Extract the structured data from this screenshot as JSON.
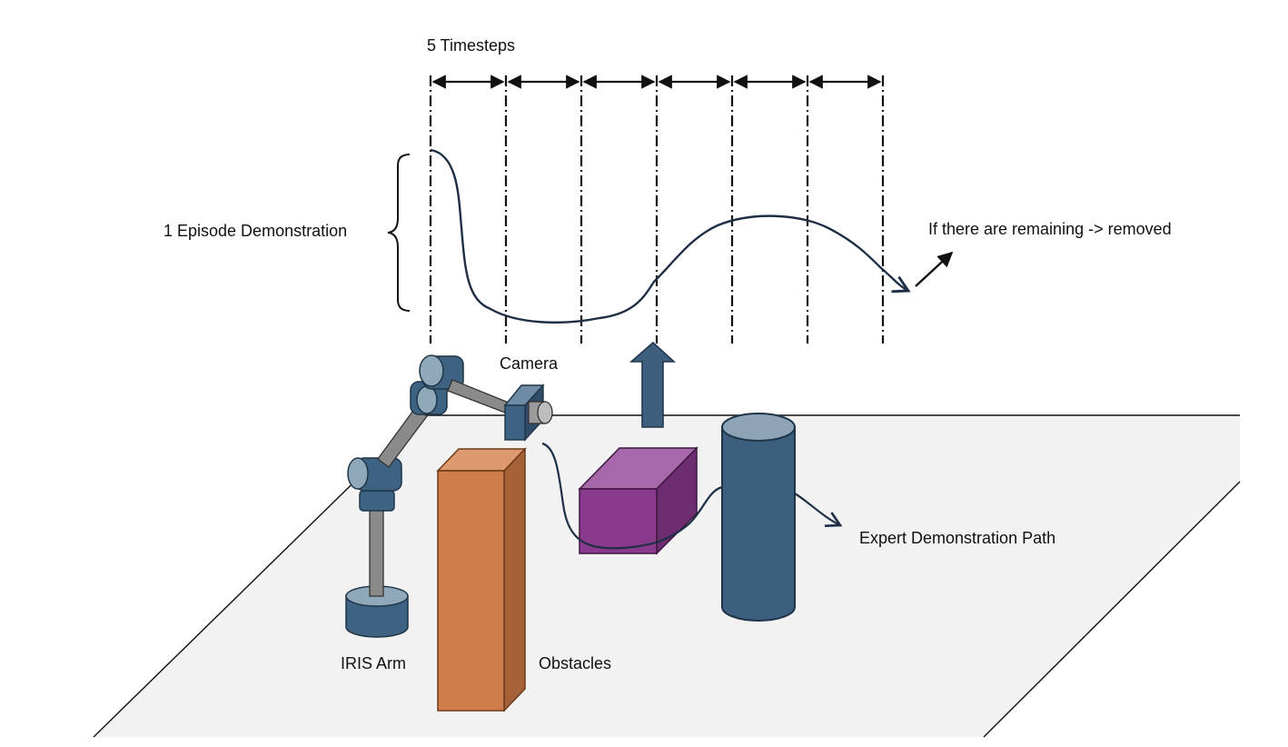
{
  "labels": {
    "timesteps": "5 Timesteps",
    "episode": "1 Episode Demonstration",
    "remaining": "If there are remaining -> removed",
    "camera": "Camera",
    "expert_path": "Expert Demonstration Path",
    "arm": "IRIS Arm",
    "obstacles": "Obstacles"
  },
  "timesteps": {
    "segments": 6
  },
  "colors": {
    "floor": "#f2f2f2",
    "robot": "#3d6282",
    "robot_light": "#8fa8ba",
    "link": "#8a8a8a",
    "orange_box": "#cf7d4a",
    "orange_side": "#a56238",
    "orange_top": "#dc9a6e",
    "purple_box": "#8a3a8c",
    "purple_side": "#6f2d71",
    "purple_top": "#a668a8",
    "cylinder": "#3c5f7e",
    "cylinder_top": "#8da3b6",
    "path": "#1e2f45",
    "upload_arrow": "#3e5e7d"
  },
  "icons": {
    "robot": "robot-arm-icon",
    "camera": "camera-icon",
    "upload": "up-arrow-icon"
  }
}
